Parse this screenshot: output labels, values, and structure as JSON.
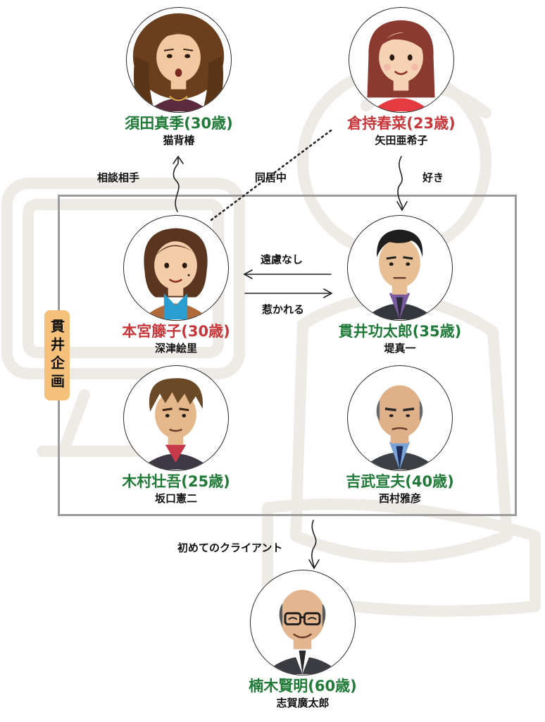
{
  "company": {
    "label": "貫井企画"
  },
  "people": [
    {
      "key": "sumida",
      "name": "須田真季(30歳)",
      "actor": "猫背椿",
      "color": "green"
    },
    {
      "key": "kuramochi",
      "name": "倉持春菜(23歳)",
      "actor": "矢田亜希子",
      "color": "red"
    },
    {
      "key": "motomiya",
      "name": "本宮籐子(30歳)",
      "actor": "深津絵里",
      "color": "red"
    },
    {
      "key": "nukui",
      "name": "貫井功太郎(35歳)",
      "actor": "堤真一",
      "color": "green"
    },
    {
      "key": "kimura",
      "name": "木村壮吾(25歳)",
      "actor": "坂口憲二",
      "color": "green"
    },
    {
      "key": "yoshitake",
      "name": "吉武宣夫(40歳)",
      "actor": "西村雅彦",
      "color": "green"
    },
    {
      "key": "kusunoki",
      "name": "楠木賢明(60歳)",
      "actor": "志賀廣太郎",
      "color": "green"
    }
  ],
  "relations": {
    "consult": "相談相手",
    "living_together": "同居中",
    "likes": "好き",
    "no_reserve": "遠慮なし",
    "attracted": "惹かれる",
    "first_client": "初めてのクライアント"
  },
  "colors": {
    "name_green": "#1f7a37",
    "name_red": "#c8363a",
    "frame": "#9c9c9c",
    "tag_bg": "#f4c07a"
  }
}
